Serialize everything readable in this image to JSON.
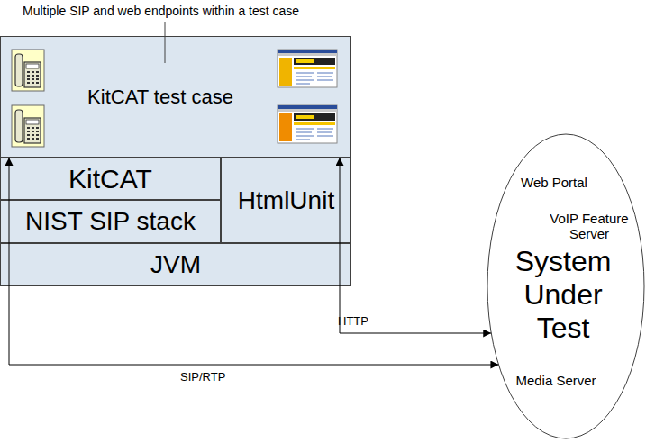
{
  "diagram": {
    "nodes": [
      {
        "text": [
          "KitCAT test case"
        ]
      },
      {
        "text": [
          "KitCAT"
        ]
      },
      {
        "text": [
          "NIST SIP stack"
        ]
      },
      {
        "text": [
          "HtmlUnit"
        ]
      },
      {
        "text": [
          "JVM"
        ]
      },
      {
        "text": [
          "Web Portal",
          "VoIP Feature Server",
          "System Under Test",
          "Media Server"
        ]
      }
    ],
    "edges": [
      {
        "from": 0,
        "to": 5,
        "label": "SIP/RTP",
        "arrow": "both"
      },
      {
        "from": 0,
        "to": 5,
        "label": "HTTP",
        "arrow": "both"
      }
    ],
    "labels": [
      "Multiple SIP and web endpoints within a test case"
    ]
  }
}
